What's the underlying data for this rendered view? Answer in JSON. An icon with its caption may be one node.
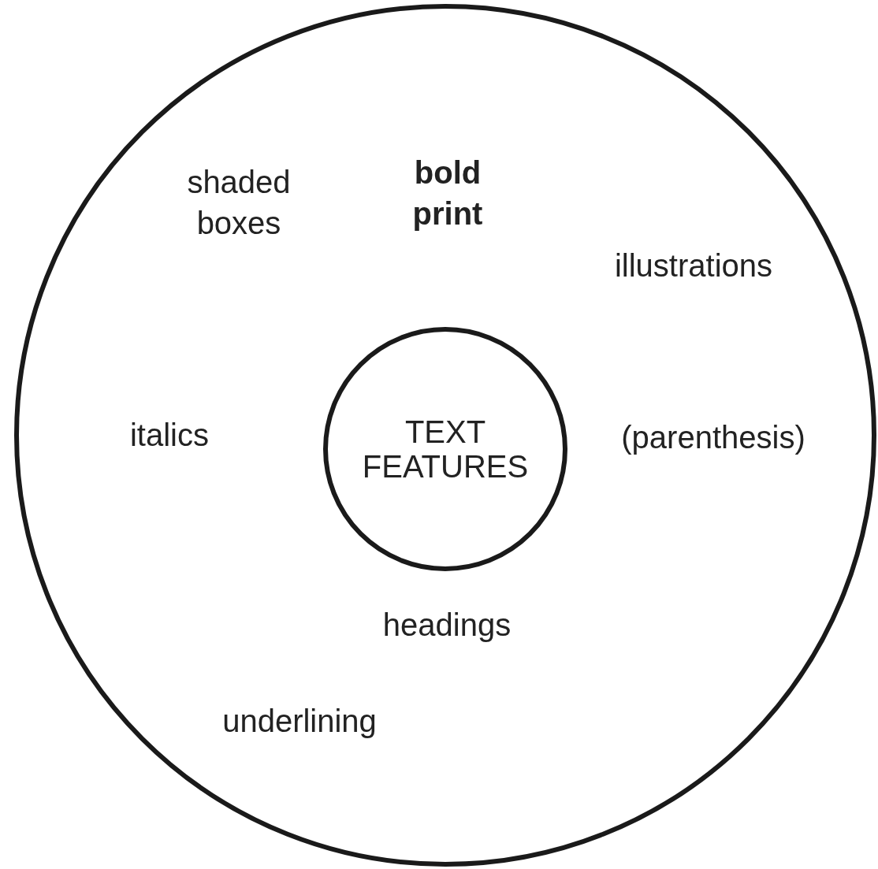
{
  "diagram": {
    "nodes": [
      {
        "text": [],
        "shape": "circle"
      },
      {
        "text": [
          "TEXT FEATURES"
        ],
        "in": 0
      }
    ],
    "edges": [],
    "labels": [
      "shaded boxes",
      "bold print",
      "illustrations",
      "italics",
      "(parenthesis)",
      "headings",
      "underlining"
    ]
  }
}
